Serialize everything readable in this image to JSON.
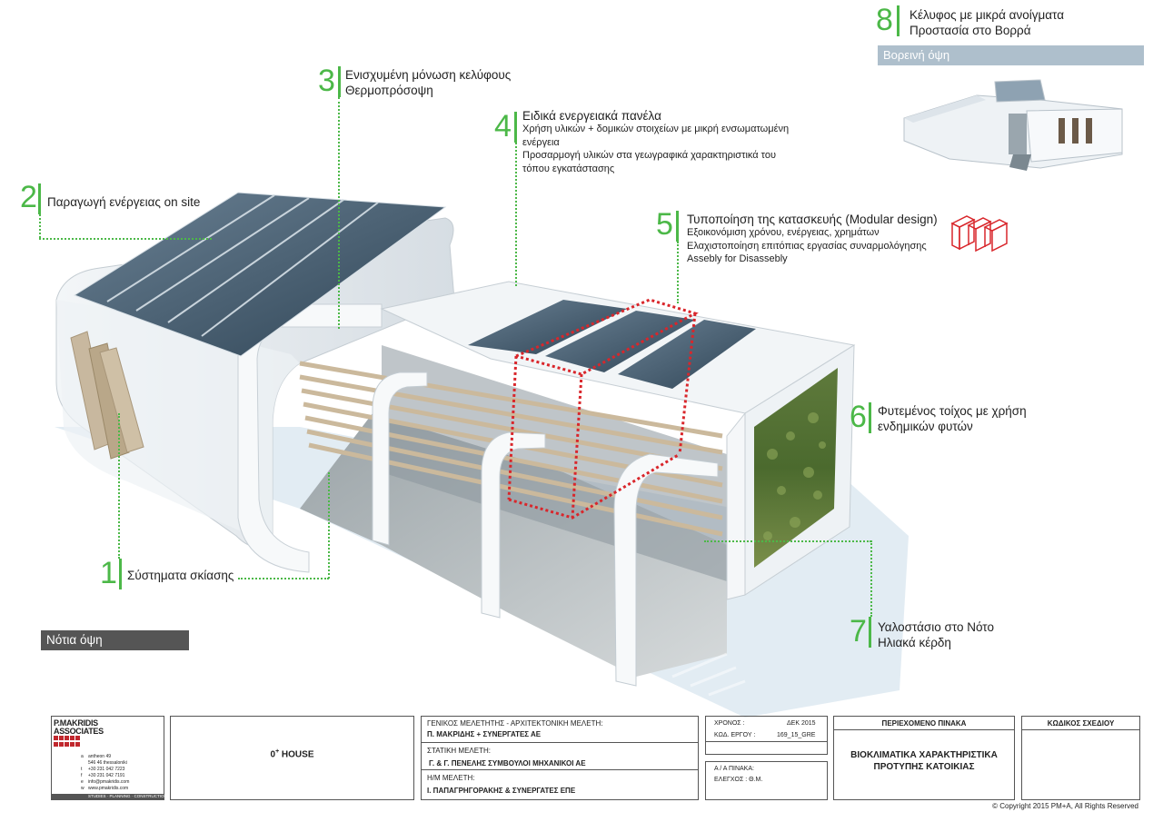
{
  "callouts": [
    {
      "id": "1",
      "text": "Σύστηματα σκίασης"
    },
    {
      "id": "2",
      "text": "Παραγωγή ενέργειας on site"
    },
    {
      "id": "3",
      "line1": "Ενισχυμένη μόνωση κελύφους",
      "line2": "Θερμοπρόσοψη"
    },
    {
      "id": "4",
      "line1": "Ειδικά ενεργειακά πανέλα",
      "line2": "Χρήση υλικών + δομικών στοιχείων με μικρή ενσωματωμένη",
      "line3": "ενέργεια",
      "line4": "Προσαρμογή υλικών στα γεωγραφικά χαρακτηριστικά του",
      "line5": "τόπου εγκατάστασης"
    },
    {
      "id": "5",
      "line1": "Τυποποίηση της κατασκευής (Modular design)",
      "line2": "Εξοικονόμιση χρόνου, ενέργειας, χρημάτων",
      "line3": "Ελαχιστοποίηση επιτόπιας εργασίας συναρμολόγησης",
      "line4": "Assebly for Disassebly"
    },
    {
      "id": "6",
      "line1": "Φυτεμένος τοίχος με χρήση",
      "line2": "ενδημικών φυτών"
    },
    {
      "id": "7",
      "line1": "Υαλοστάσιο στο Νότο",
      "line2": "Ηλιακά κέρδη"
    },
    {
      "id": "8",
      "line1": "Κέλυφος με μικρά ανοίγματα",
      "line2": "Προστασία στο Βορρά"
    }
  ],
  "views": {
    "north": "Βορεινή όψη",
    "south": "Νότια όψη"
  },
  "colors": {
    "accent_green": "#4cb848",
    "module_red": "#d9262b",
    "north_tag_bg": "#aebfcc",
    "south_tag_bg": "#555555"
  },
  "titleblock": {
    "logo_line1": "P.MAKRIDIS",
    "logo_line2": "ASSOCIATES",
    "address": [
      "antheon 49",
      "546 46 thessaloniki",
      "+30 231 042 7223",
      "+30 231 042 7191",
      "info@pmakridis.com",
      "www.pmakridis.com"
    ],
    "address_prefix": [
      "a",
      "",
      "t",
      "f",
      "e",
      "w"
    ],
    "logo_footer": "STUDIES · PLANNING · CONSTRUCTION",
    "project_base": "0",
    "project_sup": "+",
    "project_rest": " HOUSE",
    "general_label": "ΓΕΝΙΚΟΣ ΜΕΛΕΤΗΤΗΣ - ΑΡΧΙΤΕΚΤΟΝΙΚΗ ΜΕΛΕΤΗ:",
    "general_value": "Π. ΜΑΚΡΙΔΗΣ + ΣΥΝΕΡΓΑΤΕΣ ΑΕ",
    "static_label": "ΣΤΑΤΙΚΗ ΜΕΛΕΤΗ:",
    "static_value": "Γ. & Γ. ΠΕΝΕΛΗΣ ΣΥΜΒΟΥΛΟΙ ΜΗΧΑΝΙΚΟΙ ΑΕ",
    "mech_label": "Η/Μ ΜΕΛΕΤΗ:",
    "mech_value": "Ι. ΠΑΠΑΓΡΗΓΟΡΑΚΗΣ & ΣΥΝΕΡΓΑΤΕΣ ΕΠΕ",
    "time_label": "ΧΡΟΝΟΣ :",
    "time_value": "ΔΕΚ 2015",
    "code_label": "ΚΩΔ. ΕΡΓΟΥ :",
    "code_value": "169_15_GRE",
    "sheet_label": "Α / Α ΠΙΝΑΚΑ:",
    "check_label": "ΕΛΕΓΧΟΣ : Θ.Μ.",
    "content_label": "ΠΕΡΙΕΧΟΜΕΝΟ ΠΙΝΑΚΑ",
    "content_value1": "ΒΙΟΚΛΙΜΑΤΙΚΑ ΧΑΡΑΚΤΗΡΙΣΤΙΚΑ",
    "content_value2": "ΠΡΟΤΥΠΗΣ ΚΑΤΟΙΚΙΑΣ",
    "drawing_code_label": "ΚΩΔΙΚΟΣ ΣΧΕΔΙΟΥ"
  },
  "copyright": "© Copyright 2015 PM+A, All Rights Reserved"
}
